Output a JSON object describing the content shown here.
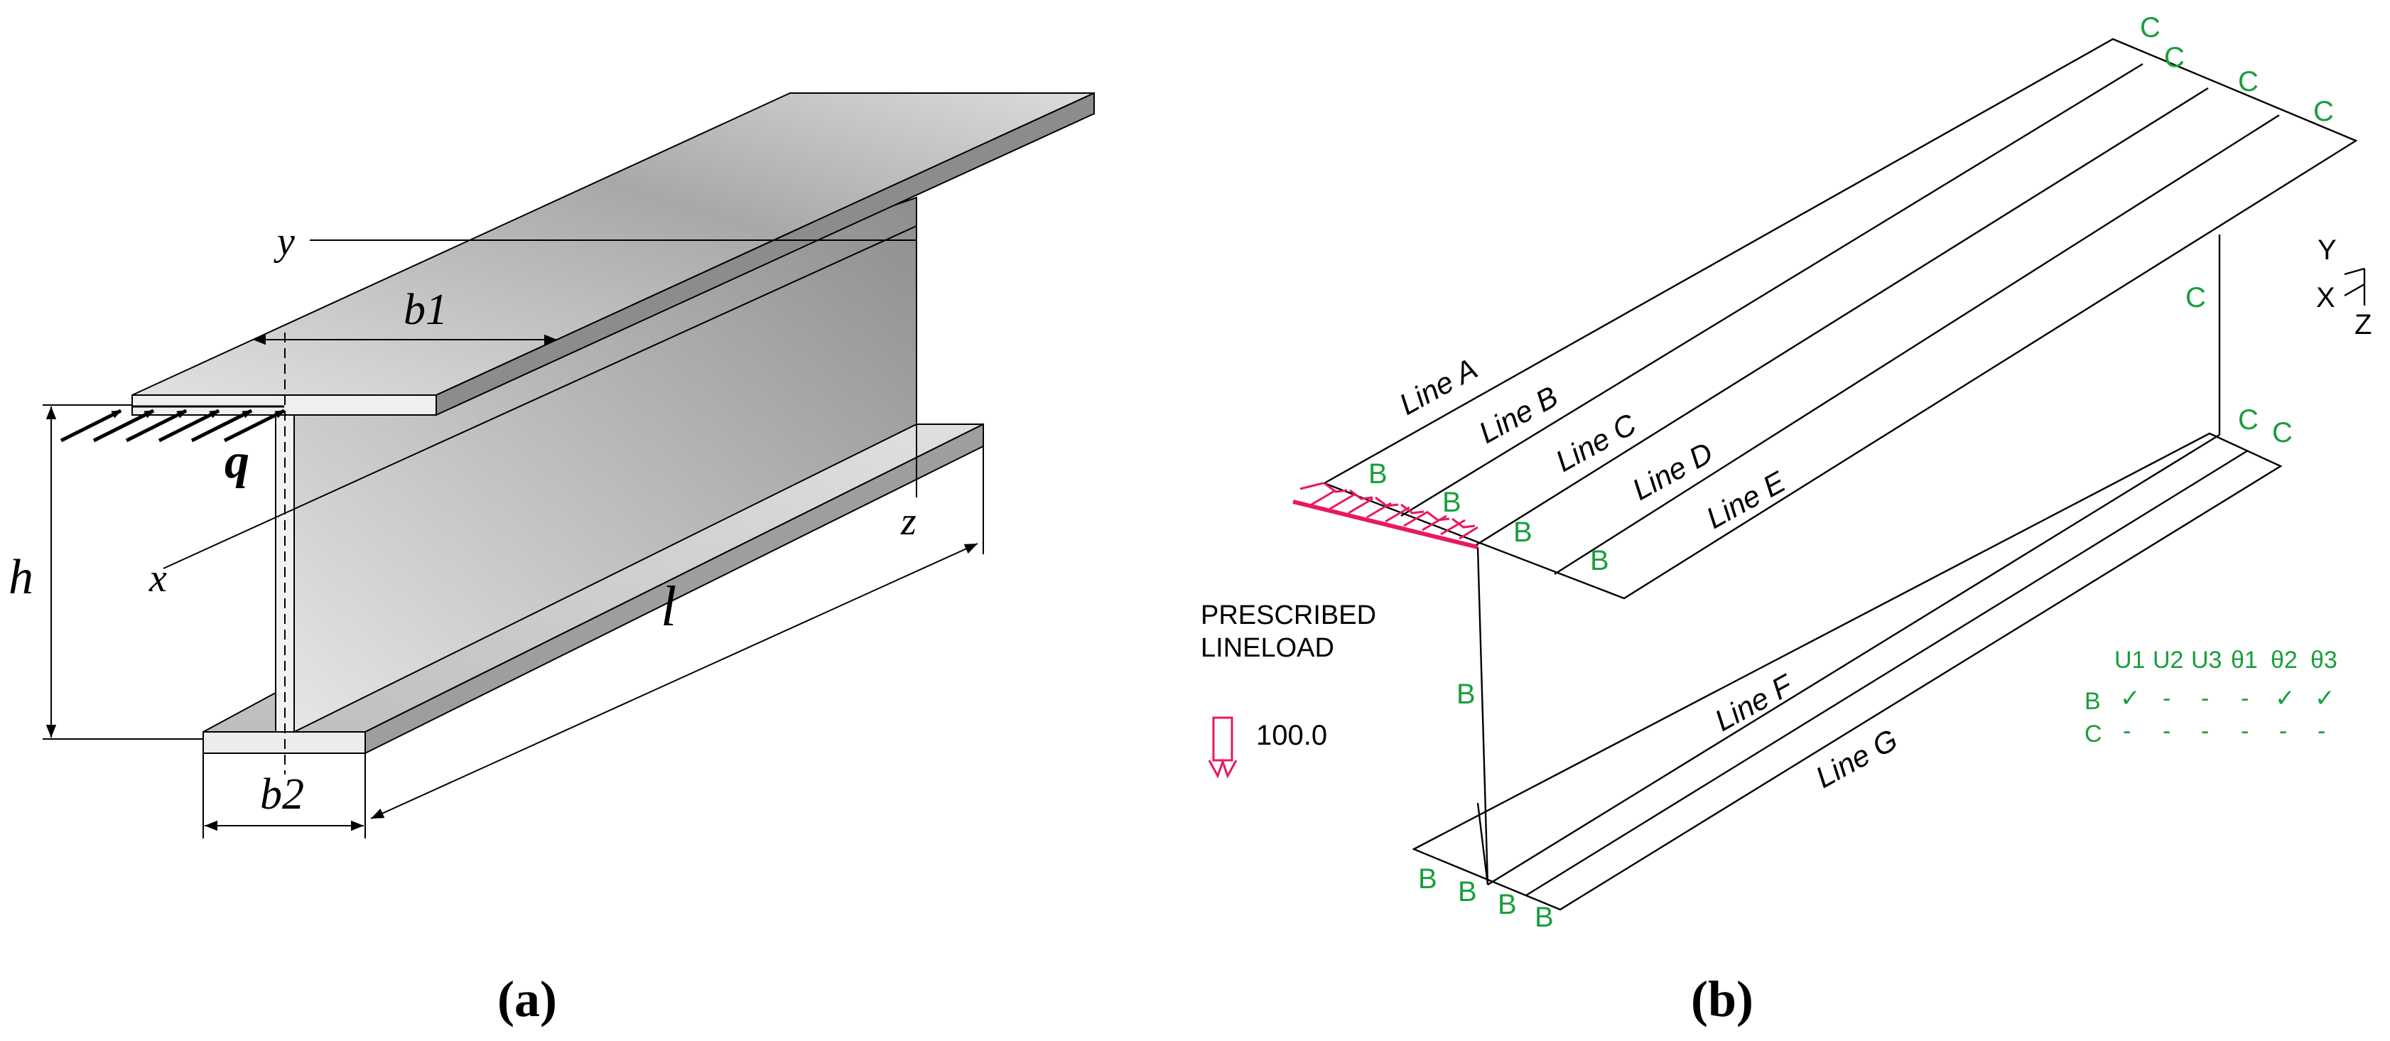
{
  "panel_a": {
    "caption": "(a)",
    "labels": {
      "y": "y",
      "b1": "b1",
      "q": "q",
      "h": "h",
      "x": "x",
      "z": "z",
      "l": "l",
      "b2": "b2"
    }
  },
  "panel_b": {
    "caption": "(b)",
    "lines": [
      "Line A",
      "Line B",
      "Line C",
      "Line D",
      "Line E",
      "Line F",
      "Line G"
    ],
    "bc_b": "B",
    "bc_c": "C",
    "load_title_1": "PRESCRIBED",
    "load_title_2": "LINELOAD",
    "load_value": "100.0",
    "axes": {
      "y": "Y",
      "x": "X",
      "z": "Z"
    },
    "table": {
      "headers": [
        "U1",
        "U2",
        "U3",
        "θ1",
        "θ2",
        "θ3"
      ],
      "row_b": {
        "label": "B",
        "cells": [
          "✓",
          "-",
          "-",
          "-",
          "✓",
          "✓"
        ]
      },
      "row_c": {
        "label": "C",
        "cells": [
          "-",
          "-",
          "-",
          "-",
          "-",
          "-"
        ]
      }
    }
  },
  "colors": {
    "green": "#1a9e3c",
    "pink": "#e8195f"
  }
}
